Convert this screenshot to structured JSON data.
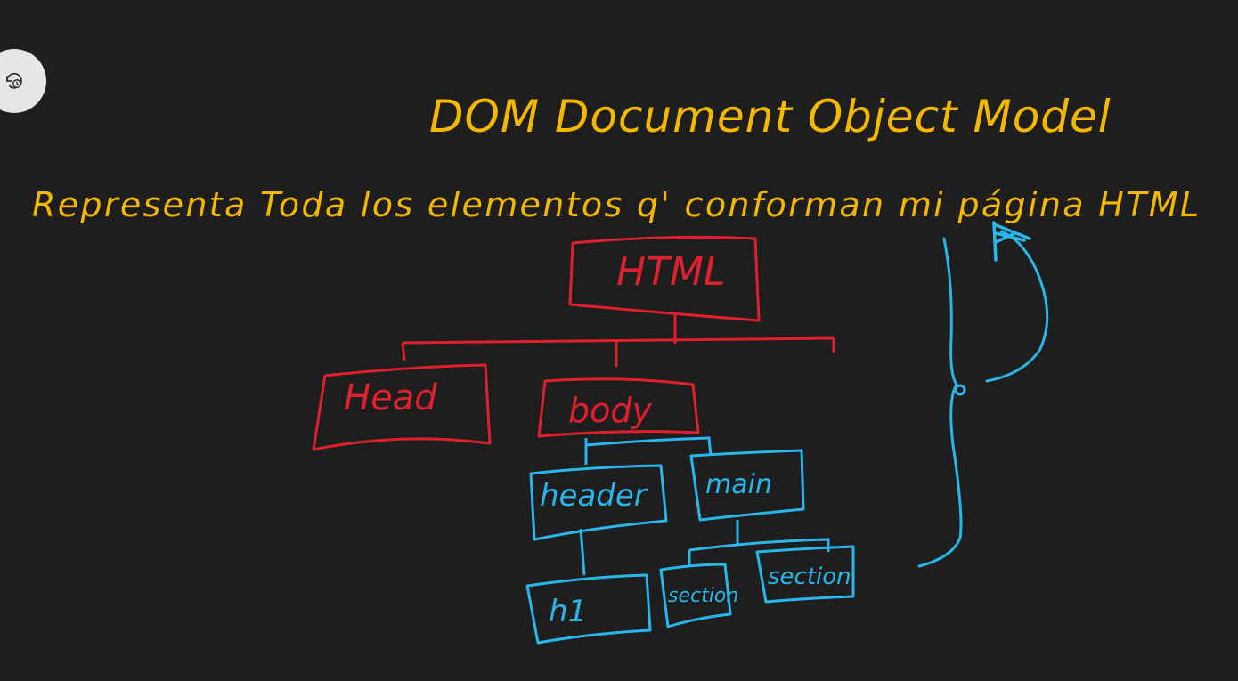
{
  "canvas": {
    "background": "#1e1e1e",
    "ink_yellow": "#f5b800",
    "ink_red": "#e0202e",
    "ink_blue": "#29b6ea"
  },
  "toolbar": {
    "history_icon": "restore-history-icon"
  },
  "notes": {
    "title": "DOM  Document  Object  Model",
    "subtitle": "Representa  Toda  los  elementos  q'  conforman  mi  página  HTML"
  },
  "tree": {
    "root": "HTML",
    "head": "Head",
    "body": "body",
    "header": "header",
    "main": "main",
    "h1": "h1",
    "section_a": "section",
    "section_b": "section"
  }
}
